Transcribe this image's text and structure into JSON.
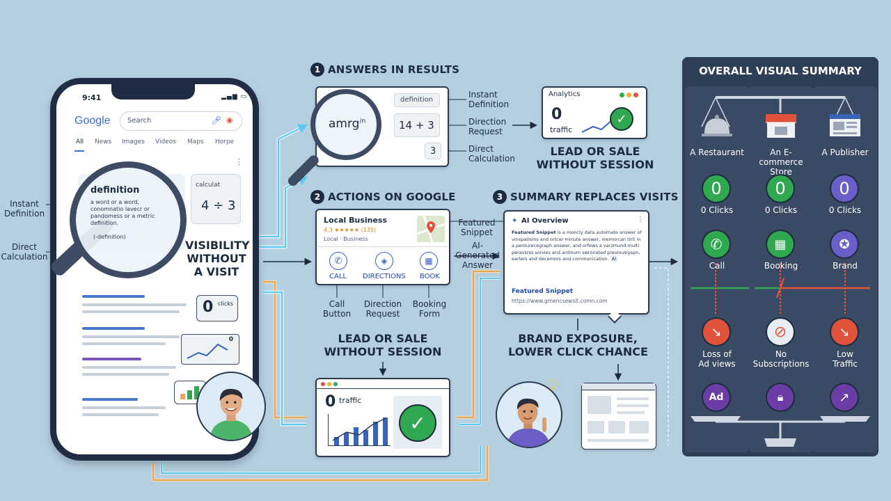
{
  "phone": {
    "time": "9:41",
    "logo": "Google",
    "search_placeholder": "Search",
    "tabs": [
      "All",
      "News",
      "Images",
      "Videos",
      "Maps",
      "Horpe"
    ],
    "definition_title": "definition",
    "definition_body": "a word or a word, conomnatio lavecr or pandomess or a metric definition.",
    "definition_tag": "(-definition)",
    "calc_label": "calculat",
    "calc_expr": "4 ÷ 3",
    "visibility_line1": "VISIBILITY",
    "visibility_line2": "WITHOUT",
    "visibility_line3": "A VISIT",
    "clicks_num": "0",
    "clicks_label": "clicks",
    "chart_zero": "0",
    "left_label_1": "Instant\nDefinition",
    "left_label_2": "Direct\nCalculation"
  },
  "section1": {
    "number": "1",
    "title": "ANSWERS IN RESULTS",
    "lens_text": "amrg",
    "lens_sup": "/n",
    "chip_definition": "definition",
    "chip_calc": "14 + 3",
    "chip_three": "3",
    "label_instant": "Instant\nDefinition",
    "label_direction": "Direction\nRequest",
    "label_direct": "Direct\nCalculation",
    "analytics_title": "Analytics",
    "analytics_zero": "0",
    "analytics_traffic": "traffic",
    "lead_line1": "LEAD OR SALE",
    "lead_line2": "WITHOUT SESSION"
  },
  "section2": {
    "number": "2",
    "title": "ACTIONS ON GOOGLE",
    "business_name": "Local Business",
    "business_rating": "4.3 ★★★★★ (135)",
    "business_sub": "Local · Business",
    "action_call": "CALL",
    "action_directions": "DIRECTIONS",
    "action_book": "BOOK",
    "label_call": "Call\nButton",
    "label_direction": "Direction\nRequest",
    "label_booking": "Booking\nForm",
    "lead_line1": "LEAD OR SALE",
    "lead_line2": "WITHOUT SESSION",
    "traffic_zero": "0",
    "traffic_label": "traffic"
  },
  "section3": {
    "number": "3",
    "title": "SUMMARY REPLACES VISITS",
    "label_featured": "Featured\nSnippet",
    "label_ai": "AI-Generated\nAnswer",
    "ai_title": "AI Overview",
    "ai_body_bold": "Featured Snippet",
    "ai_body": " is a moncly data automate answer of vinspatisms and ortcer minute answer, memorcan tirit in a penturecegraph answer, and orfews a varzmund multi peravsrss soivies and antinum swronated previousiyspn, earlers and decemors and communication.",
    "ai_tag": "AI",
    "snippet_title": "Featured Snippet",
    "snippet_url": "https://www.gmencsewsit.comn.com",
    "brand_line1": "BRAND EXPOSURE,",
    "brand_line2": "LOWER CLICK CHANCE"
  },
  "summary": {
    "title": "OVERALL VISUAL SUMMARY",
    "columns": [
      {
        "name": "A Restaurant",
        "clicks_num": "0",
        "clicks": "0 Clicks",
        "action": "Call",
        "impact": "Loss of\nAd views",
        "badge": "Ad"
      },
      {
        "name": "An E-commerce\nStore",
        "clicks_num": "0",
        "clicks": "0 Clicks",
        "action": "Booking",
        "impact": "No\nSubscriptions",
        "badge": ""
      },
      {
        "name": "A Publisher",
        "clicks_num": "0",
        "clicks": "0 Clicks",
        "action": "Brand",
        "impact": "Low\nTraffic",
        "badge": ""
      }
    ]
  },
  "colors": {
    "background": "#b4cfe0",
    "dark_navy": "#1d2b3f",
    "panel": "#2f3e57",
    "green": "#2fa84f",
    "accent_blue": "#3a63b8",
    "purple": "#6a3ea5",
    "red_orange": "#e0533a"
  }
}
